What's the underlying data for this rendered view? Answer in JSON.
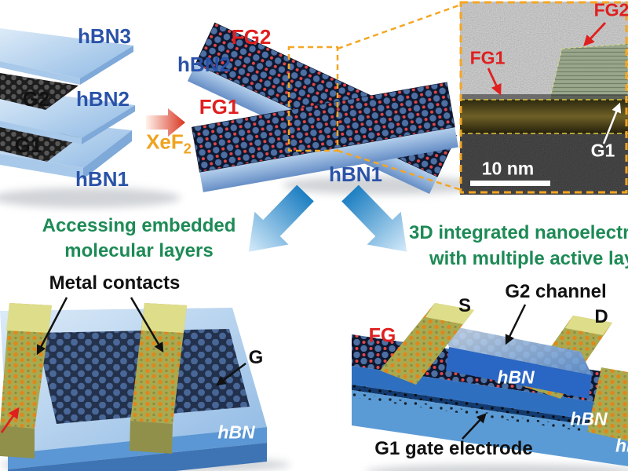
{
  "colors": {
    "hbn_label_blue": "#2a52a8",
    "fg_label_red": "#e01f1f",
    "xef2_orange": "#efa31f",
    "heading_green": "#1d8a55",
    "dashed_orange": "#f5a623",
    "metal_yellow": "#aaaa52",
    "slab_blue": "#5b9bd5"
  },
  "stack": {
    "hbn3": "hBN3",
    "g2": "G2",
    "hbn2": "hBN2",
    "g1": "G1",
    "hbn1": "hBN1"
  },
  "reaction": {
    "reagent_base": "XeF",
    "reagent_sub": "2"
  },
  "cross": {
    "fg2": "FG2",
    "hbn2": "hBN2",
    "fg1": "FG1",
    "hbn1": "hBN1"
  },
  "tem": {
    "fg1": "FG1",
    "fg2": "FG2",
    "g1": "G1",
    "scale_bar": "10 nm"
  },
  "branch_left": {
    "line1": "Accessing embedded",
    "line2": "molecular layers"
  },
  "branch_right": {
    "line1": "3D integrated nanoelectr",
    "line2": "with multiple active laye"
  },
  "device_left": {
    "contacts_label": "Metal contacts",
    "graphene_label": "G",
    "hbn_label": "hBN"
  },
  "device_right": {
    "channel_label": "G2 channel",
    "source_label": "S",
    "drain_label": "D",
    "fg_label": "FG",
    "hbn_block_label": "hBN",
    "hbn_lower_label": "hBN",
    "hbn_corner_label": "hB",
    "gate_label": "G1 gate electrode"
  }
}
